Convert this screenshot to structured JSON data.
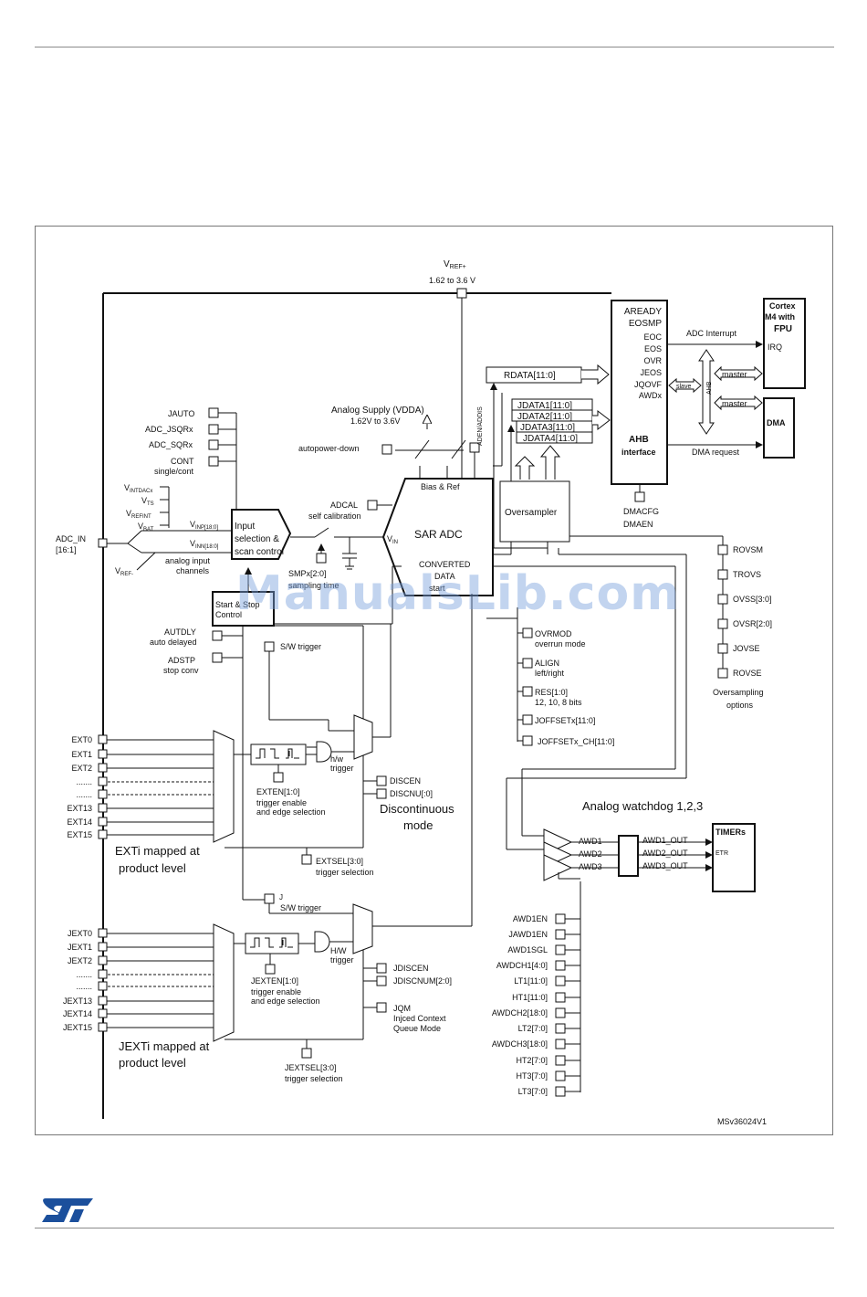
{
  "diagram": {
    "vref": {
      "name": "V",
      "sub": "REF+",
      "range": "1.62 to 3.6 V"
    },
    "analog_supply": {
      "title": "Analog Supply (VDDA)",
      "range": "1.62V to 3.6V"
    },
    "aden": "ADEN/ADDIS",
    "autopower": "autopower-down",
    "left_regs": [
      "JAUTO",
      "ADC_JSQRx",
      "ADC_SQRx",
      "CONT"
    ],
    "cont_sub": "single/cont",
    "internal_channels": [
      {
        "base": "V",
        "sub": "INTDACx"
      },
      {
        "base": "V",
        "sub": "TS"
      },
      {
        "base": "V",
        "sub": "REFINT"
      },
      {
        "base": "V",
        "sub": "BAT"
      }
    ],
    "adc_in": {
      "line1": "ADC_IN",
      "line2": "[16:1]"
    },
    "vref_minus": {
      "base": "V",
      "sub": "REF-"
    },
    "vinp": {
      "base": "V",
      "sub": "INP[18:0]"
    },
    "vinn": {
      "base": "V",
      "sub": "INN[18:0]"
    },
    "analog_input": [
      "analog input",
      "channels"
    ],
    "input_sel": [
      "Input",
      "selection &",
      "scan control"
    ],
    "adcal": "ADCAL",
    "self_cal": "self calibration",
    "smp": "SMPx[2:0]",
    "sampling_time": "sampling time",
    "vin": {
      "base": "V",
      "sub": "IN"
    },
    "sar": {
      "bias": "Bias & Ref",
      "title": "SAR ADC",
      "converted": [
        "CONVERTED",
        "DATA"
      ],
      "start": "start"
    },
    "oversampler": "Oversampler",
    "rdata": "RDATA[11:0]",
    "jdata": [
      "JDATA1[11:0]",
      "JDATA2[11:0]",
      "JDATA3[11:0]",
      "JDATA4[11:0]"
    ],
    "ahb_flags": [
      "AREADY",
      "EOSMP",
      "EOC",
      "EOS",
      "OVR",
      "JEOS",
      "JQOVF",
      "AWDx"
    ],
    "ahb_title": "AHB",
    "ahb_sub": "interface",
    "ahb_vert": "AHB",
    "slave": "slave",
    "master": "master",
    "adc_interrupt": "ADC Interrupt",
    "irq": "IRQ",
    "cortex": [
      "Cortex",
      "M4 with",
      "FPU"
    ],
    "dma": "DMA",
    "dma_request": "DMA request",
    "dmacfg": [
      "DMACFG",
      "DMAEN"
    ],
    "ovs_options": [
      "ROVSM",
      "TROVS",
      "OVSS[3:0]",
      "OVSR[2:0]",
      "JOVSE",
      "ROVSE"
    ],
    "ovs_caption": [
      "Oversampling",
      "options"
    ],
    "data_opts": [
      {
        "a": "OVRMOD",
        "b": "overrun mode"
      },
      {
        "a": "ALIGN",
        "b": "left/right"
      },
      {
        "a": "RES[1:0]",
        "b": "12, 10, 8 bits"
      },
      {
        "a": "JOFFSETx[11:0]",
        "b": ""
      },
      {
        "a": "JOFFSETx_CH[11:0]",
        "b": ""
      }
    ],
    "start_stop": [
      "Start & Stop",
      "Control"
    ],
    "autdly": [
      "AUTDLY",
      "auto delayed"
    ],
    "adstp": [
      "ADSTP",
      "stop conv"
    ],
    "sw_trigger": "S/W trigger",
    "hw_trigger_small": [
      "h/w",
      "trigger"
    ],
    "hw_trigger_big": [
      "H/W",
      "trigger"
    ],
    "ext_inputs": [
      "EXT0",
      "EXT1",
      "EXT2",
      ".......",
      ".......",
      "EXT13",
      "EXT14",
      "EXT15"
    ],
    "jext_inputs": [
      "JEXT0",
      "JEXT1",
      "JEXT2",
      ".......",
      ".......",
      "JEXT13",
      "JEXT14",
      "JEXT15"
    ],
    "exten": [
      "EXTEN[1:0]",
      "trigger enable",
      "and edge selection"
    ],
    "jexten": [
      "JEXTEN[1:0]",
      "trigger enable",
      "and edge selection"
    ],
    "discen": "DISCEN",
    "discnu": "DISCNU[:0]",
    "discont": [
      "Discontinuous",
      "mode"
    ],
    "exti_mapped": [
      "EXTi mapped at",
      "product level"
    ],
    "jexti_mapped": [
      "JEXTi mapped at",
      "product level"
    ],
    "extsel": [
      "EXTSEL[3:0]",
      "trigger selection"
    ],
    "jextsel": [
      "JEXTSEL[3:0]",
      "trigger selection"
    ],
    "jdiscen": "JDISCEN",
    "jdiscnum": "JDISCNUM[2:0]",
    "jqm": [
      "JQM",
      "Injced Context",
      "Queue Mode"
    ],
    "j_mark": "J",
    "awd_title": "Analog watchdog 1,2,3",
    "awd": [
      "AWD1",
      "AWD2",
      "AWD3"
    ],
    "awd_out": [
      "AWD1_OUT",
      "AWD2_OUT",
      "AWD3_OUT"
    ],
    "timers": "TIMERs",
    "etr": "ETR",
    "awd_regs": [
      "AWD1EN",
      "JAWD1EN",
      "AWD1SGL",
      "AWDCH1[4:0]",
      "LT1[11:0]",
      "HT1[11:0]",
      "AWDCH2[18:0]",
      "LT2[7:0]",
      "AWDCH3[18:0]",
      "HT2[7:0]",
      "HT3[7:0]",
      "LT3[7:0]"
    ],
    "ref": "MSv36024V1"
  },
  "watermark": "ManualsLib.com",
  "logo": "ST"
}
